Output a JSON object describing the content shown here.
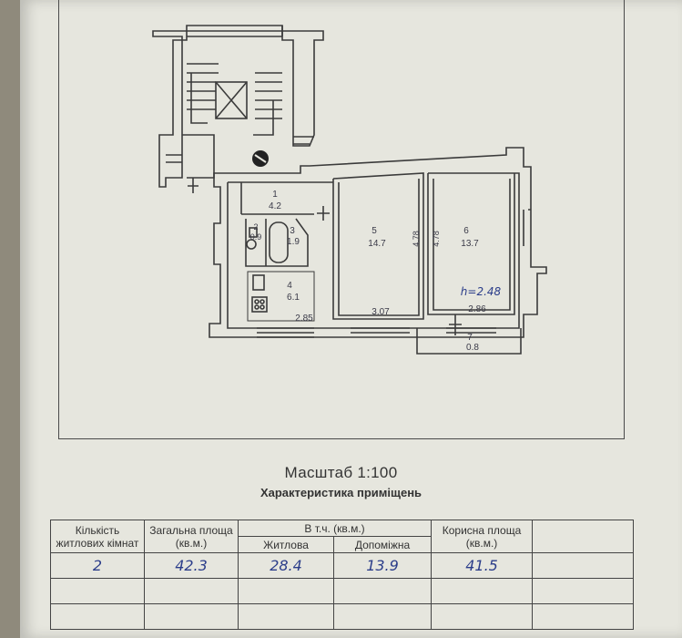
{
  "plan": {
    "rooms": [
      {
        "number": "1",
        "area": "4.2"
      },
      {
        "number": "2",
        "area": "0.9"
      },
      {
        "number": "3",
        "area": "1.9"
      },
      {
        "number": "4",
        "area": "6.1"
      },
      {
        "number": "5",
        "area": "14.7"
      },
      {
        "number": "6",
        "area": "13.7"
      },
      {
        "number": "7",
        "area": "0.8"
      }
    ],
    "dimensions": {
      "kitchen_width": "2.85",
      "room5_width": "3.07",
      "room5_depth": "4.78",
      "room6_depth": "4.78",
      "room6_width": "2.86",
      "ceiling_height": "h=2.48"
    }
  },
  "scale_label": "Масштаб 1:100",
  "table_title": "Характеристика приміщень",
  "table": {
    "col_rooms": "Кількість житлових кімнат",
    "col_total": "Загальна площа (кв.м.)",
    "col_incl": "В т.ч. (кв.м.)",
    "col_living": "Житлова",
    "col_aux": "Допоміжна",
    "col_useful": "Корисна площа (кв.м.)",
    "row": {
      "rooms": "2",
      "total": "42.3",
      "living": "28.4",
      "aux": "13.9",
      "useful": "41.5"
    }
  }
}
